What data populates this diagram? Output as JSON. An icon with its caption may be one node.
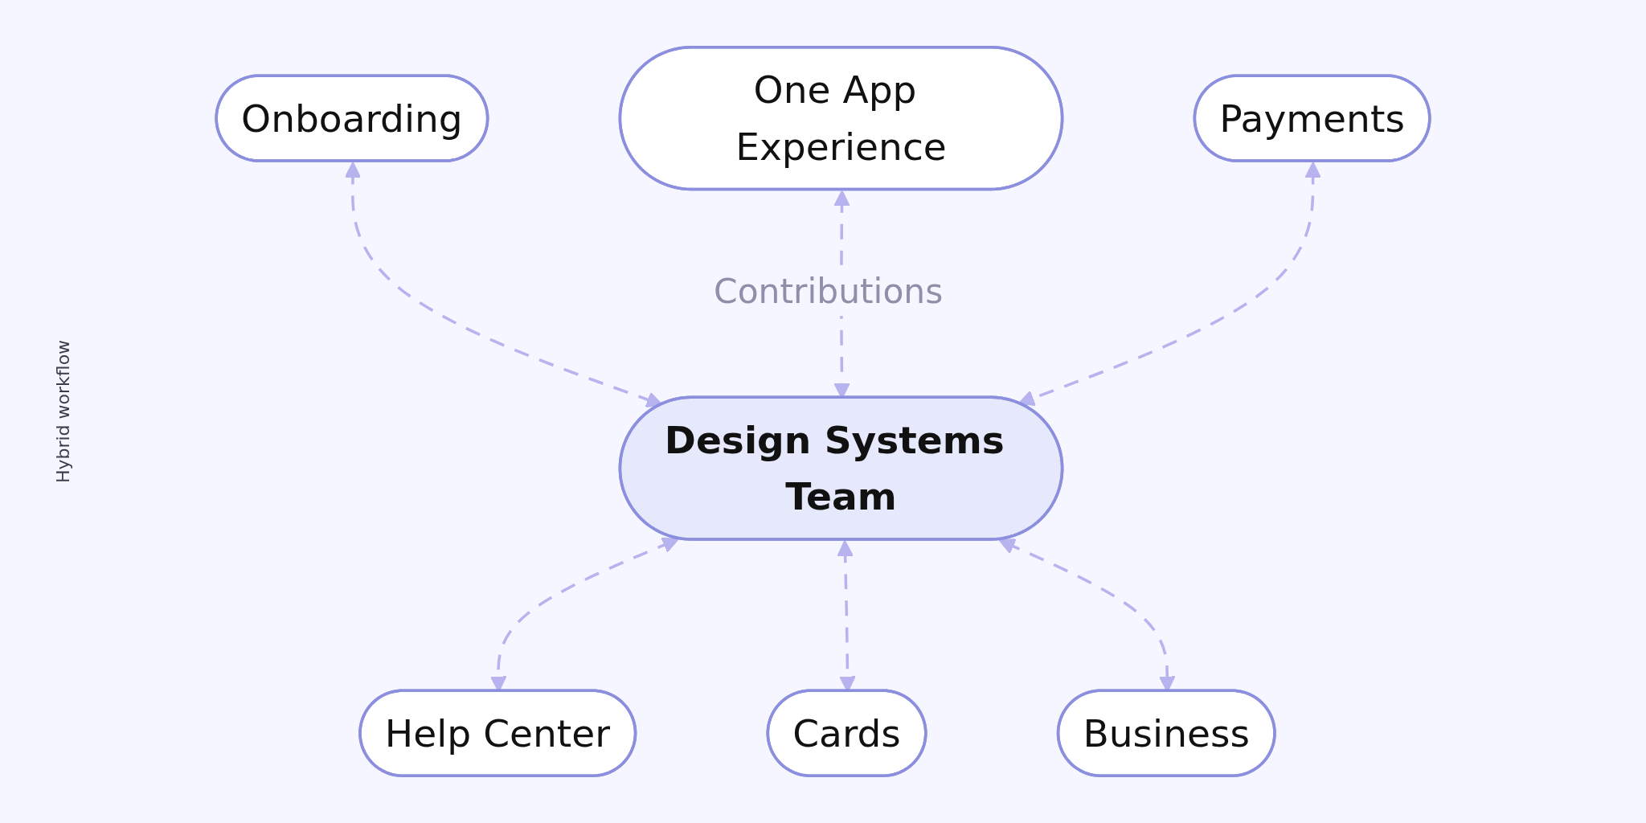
{
  "diagram": {
    "title": "Hybrid workflow",
    "nodes": [
      {
        "text": [
          "Onboarding"
        ]
      },
      {
        "text": [
          "One App Experience"
        ]
      },
      {
        "text": [
          "Payments"
        ]
      },
      {
        "text": [
          "Design Systems Team"
        ]
      },
      {
        "text": [
          "Help Center"
        ]
      },
      {
        "text": [
          "Cards"
        ]
      },
      {
        "text": [
          "Business"
        ]
      }
    ],
    "edges": [
      {
        "from": 0,
        "to": 3,
        "arrow": "both",
        "style": "dashed"
      },
      {
        "from": 1,
        "to": 3,
        "arrow": "both",
        "style": "dashed",
        "label": "Contributions"
      },
      {
        "from": 2,
        "to": 3,
        "arrow": "both",
        "style": "dashed"
      },
      {
        "from": 3,
        "to": 4,
        "arrow": "both",
        "style": "dashed"
      },
      {
        "from": 3,
        "to": 5,
        "arrow": "both",
        "style": "dashed"
      },
      {
        "from": 3,
        "to": 6,
        "arrow": "both",
        "style": "dashed"
      }
    ]
  }
}
